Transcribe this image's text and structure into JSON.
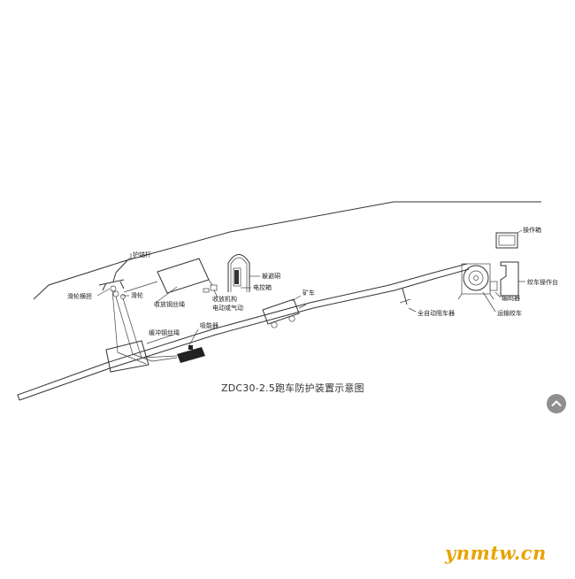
{
  "diagram": {
    "caption": "ZDC30-2.5跑车防护装置示意图",
    "labels": {
      "anchor_rod": "护锚杆",
      "pulley_bracket": "滑轮横担",
      "pulley": "滑轮",
      "wire_reel": "收放钢丝绳",
      "retract_mechanism_1": "收放机构",
      "retract_mechanism_2": "电动或气动",
      "refuge_chamber": "躲避硐",
      "control_box": "电控箱",
      "mine_car": "矿车",
      "operation_box": "操作箱",
      "winch_console": "绞车操作台",
      "encoder": "编码器",
      "transport_winch": "运输绞车",
      "auto_stop": "全自动阻车器",
      "buffer_wire": "缓冲钢丝绳",
      "energy_absorber": "吸能器"
    }
  },
  "ui": {
    "scroll_top_icon": "chevron-up-icon"
  },
  "watermark": {
    "text": "ynmtw.cn"
  }
}
